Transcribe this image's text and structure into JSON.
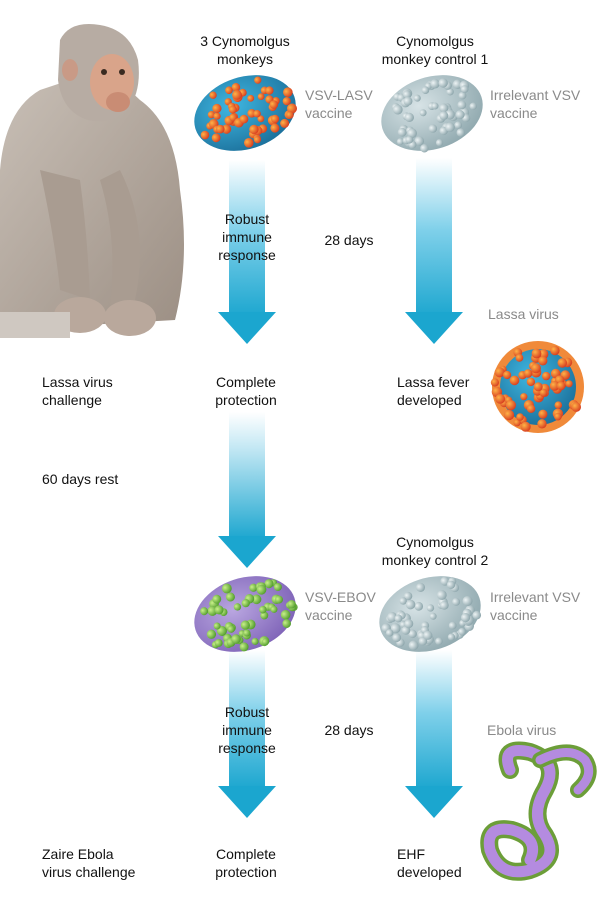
{
  "labels": {
    "group_vaccinated": "3 Cynomolgus\nmonkeys",
    "control1": "Cynomolgus\nmonkey control 1",
    "control2": "Cynomolgus\nmonkey control 2",
    "vsv_lasv": "VSV-LASV\nvaccine",
    "irrelevant_vsv_1": "Irrelevant VSV\nvaccine",
    "irrelevant_vsv_2": "Irrelevant VSV\nvaccine",
    "vsv_ebov": "VSV-EBOV\nvaccine",
    "robust_1": "Robust\nimmune\nresponse",
    "robust_2": "Robust\nimmune\nresponse",
    "days28_1": "28 days",
    "days28_2": "28 days",
    "lassa_virus": "Lassa virus",
    "ebola_virus": "Ebola virus",
    "lassa_challenge": "Lassa virus\nchallenge",
    "complete_protection_1": "Complete\nprotection",
    "lassa_fever": "Lassa fever\ndeveloped",
    "rest": "60 days rest",
    "zaire_challenge": "Zaire Ebola\nvirus challenge",
    "complete_protection_2": "Complete\nprotection",
    "ehf": "EHF\ndeveloped"
  },
  "colors": {
    "arrow_cyan": "#1ba6cf",
    "lasv_particle": "#e8442a",
    "ebov_particle": "#7bc043",
    "irrelevant_particle": "#a9c3c9",
    "label_gray": "#8a8a8a"
  }
}
